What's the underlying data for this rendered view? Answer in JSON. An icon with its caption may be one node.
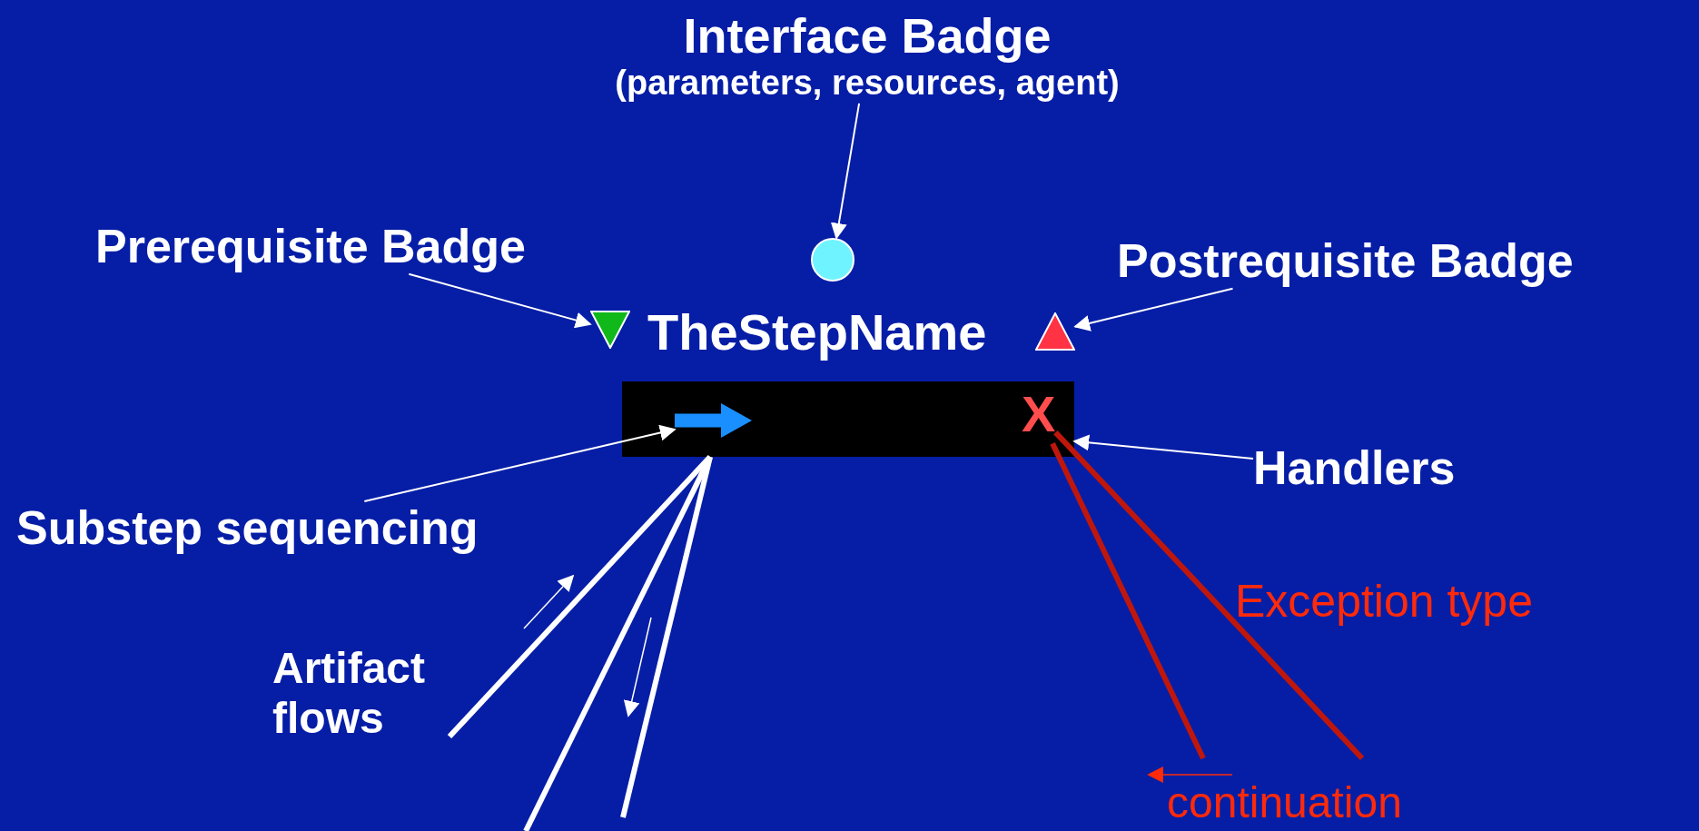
{
  "diagram": {
    "nodes": [
      {
        "text": [
          "Interface Badge",
          "(parameters, resources, agent)"
        ]
      },
      {
        "text": [],
        "shape": "circle"
      },
      {
        "text": [
          "Prerequisite Badge"
        ]
      },
      {
        "text": [],
        "shape": "triangle"
      },
      {
        "text": [],
        "shape": "triangle"
      },
      {
        "text": [
          "Postrequisite Badge"
        ]
      },
      {
        "text": [
          "TheStepName"
        ]
      },
      {
        "text": [],
        "shape": "arrow",
        "in": 6
      },
      {
        "text": [
          "X"
        ],
        "in": 6
      },
      {
        "text": [
          "Handlers"
        ]
      },
      {
        "text": [
          "Substep sequencing"
        ]
      }
    ],
    "edges": [
      {
        "from": 0,
        "to": 1,
        "arrow": "to"
      },
      {
        "from": 2,
        "to": 3,
        "arrow": "to"
      },
      {
        "from": 5,
        "to": 4,
        "arrow": "to"
      },
      {
        "from": 9,
        "to": 6,
        "arrow": "to"
      },
      {
        "from": 10,
        "to": 7,
        "arrow": "to"
      },
      {
        "from": 6,
        "to": null,
        "arrow": "none",
        "style": "thick"
      },
      {
        "from": 6,
        "to": null,
        "arrow": "none",
        "style": "thick"
      },
      {
        "from": 6,
        "to": null,
        "arrow": "none",
        "style": "thick"
      },
      {
        "from": 8,
        "to": null,
        "arrow": "none",
        "style": "thick",
        "color": "#c0170c"
      },
      {
        "from": 8,
        "to": null,
        "arrow": "none",
        "style": "thick",
        "color": "#c0170c"
      }
    ],
    "labels": [
      "Artifact flows",
      "Exception type",
      "continuation"
    ]
  }
}
